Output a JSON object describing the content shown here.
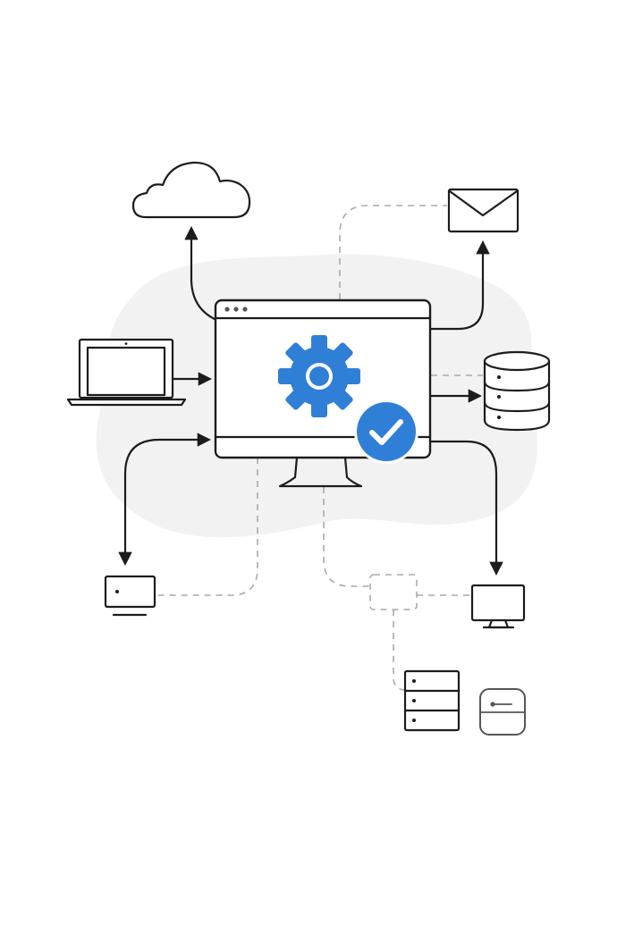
{
  "colors": {
    "accent": "#2f7fd6",
    "ink": "#1c1c1c",
    "dashed": "#a9a9a9",
    "cloud_bg": "#f2f2f2"
  },
  "nodes": [
    {
      "id": "central-monitor",
      "icon": "monitor-gear-icon",
      "badge": "check-badge-icon"
    },
    {
      "id": "cloud",
      "icon": "cloud-icon"
    },
    {
      "id": "email",
      "icon": "envelope-icon"
    },
    {
      "id": "laptop",
      "icon": "laptop-icon"
    },
    {
      "id": "database",
      "icon": "database-icon"
    },
    {
      "id": "small-monitor-left",
      "icon": "small-monitor-icon"
    },
    {
      "id": "desktop-monitor-right",
      "icon": "desktop-monitor-icon"
    },
    {
      "id": "junction-box",
      "icon": "dashed-box-icon"
    },
    {
      "id": "server-rack",
      "icon": "server-rack-icon"
    },
    {
      "id": "storage-device",
      "icon": "storage-device-icon"
    }
  ],
  "connections": [
    {
      "from": "central-monitor",
      "to": "cloud",
      "style": "solid-arrow"
    },
    {
      "from": "central-monitor",
      "to": "email",
      "style": "solid-arrow"
    },
    {
      "from": "laptop",
      "to": "central-monitor",
      "style": "solid-arrow"
    },
    {
      "from": "central-monitor",
      "to": "database",
      "style": "solid-arrow"
    },
    {
      "from": "small-monitor-left",
      "to": "central-monitor",
      "style": "bidirectional-arrow"
    },
    {
      "from": "central-monitor",
      "to": "desktop-monitor-right",
      "style": "solid-arrow"
    },
    {
      "from": "central-monitor",
      "to": "email",
      "style": "dashed"
    },
    {
      "from": "central-monitor",
      "to": "database",
      "style": "dashed"
    },
    {
      "from": "central-monitor",
      "to": "small-monitor-left",
      "style": "dashed"
    },
    {
      "from": "central-monitor",
      "to": "junction-box",
      "style": "dashed"
    },
    {
      "from": "junction-box",
      "to": "desktop-monitor-right",
      "style": "dashed"
    },
    {
      "from": "junction-box",
      "to": "server-rack",
      "style": "dashed"
    }
  ]
}
